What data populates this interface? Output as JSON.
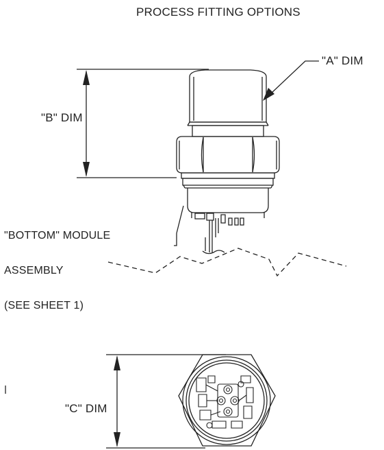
{
  "title": "PROCESS FITTING OPTIONS",
  "labels": {
    "a_dim": "\"A\" DIM",
    "b_dim": "\"B\" DIM",
    "c_dim": "\"C\" DIM",
    "bottom_module": {
      "line1": "\"BOTTOM\" MODULE",
      "line2": "ASSEMBLY",
      "line3": "(SEE SHEET 1)"
    }
  },
  "colors": {
    "line": "#222222",
    "background": "#ffffff"
  }
}
